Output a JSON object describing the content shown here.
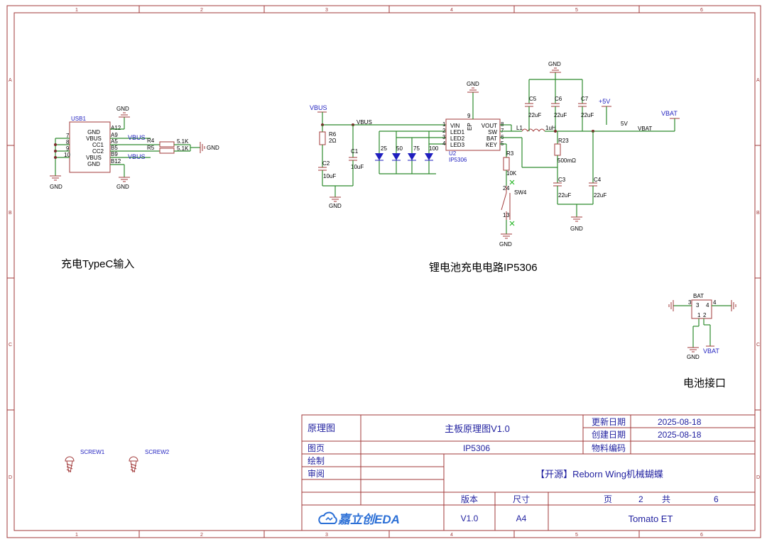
{
  "frame": {
    "col_labels": [
      "1",
      "2",
      "3",
      "4",
      "5",
      "6"
    ],
    "row_labels": [
      "A",
      "B",
      "C",
      "D"
    ]
  },
  "section_titles": {
    "typec": "充电TypeC输入",
    "charger": "锂电池充电电路IP5306",
    "battery": "电池接口"
  },
  "usb": {
    "ref": "USB1",
    "pins_left": [
      "7",
      "8",
      "9",
      "10"
    ],
    "pin_names": [
      "GND",
      "VBUS",
      "CC1",
      "CC2",
      "VBUS",
      "GND"
    ],
    "pin_nums": [
      "A12",
      "A9",
      "A5",
      "B5",
      "B9",
      "B12"
    ],
    "r4": "R4",
    "r5": "R5",
    "r_val1": "5.1K",
    "r_val2": "5.1K",
    "vbus1": "VBUS",
    "vbus2": "VBUS",
    "gnd": "GND"
  },
  "charger": {
    "vbus_port": "VBUS",
    "vbus_flag": "VBUS",
    "r6": "R6",
    "r6_val": "2Ω",
    "c2": "C2",
    "c2_val": "10uF",
    "c1": "C1",
    "c1_val": "10uF",
    "leds": [
      "25",
      "50",
      "75",
      "100"
    ],
    "u2": "U2",
    "u2_part": "IP5306",
    "pins_left": [
      "VIN",
      "LED1",
      "LED2",
      "LED3"
    ],
    "pins_left_num": [
      "1",
      "2",
      "3",
      "4"
    ],
    "pins_right": [
      "VOUT",
      "SW",
      "BAT",
      "KEY"
    ],
    "pins_right_num": [
      "8",
      "7",
      "6",
      "5"
    ],
    "ep": "EP",
    "ep_num": "9",
    "l1": "L1",
    "l1_val": "1uH",
    "c5": "C5",
    "c6": "C6",
    "c7": "C7",
    "cap_val": "22uF",
    "plus5v": "+5V",
    "v5": "5V",
    "vbat_flag": "VBAT",
    "vbat_port": "VBAT",
    "r23": "R23",
    "r23_val": "500mΩ",
    "c3": "C3",
    "c4": "C4",
    "r3": "R3",
    "r3_val": "10K",
    "sw4": "SW4",
    "sw_pins": [
      "1",
      "2",
      "3",
      "4"
    ],
    "gnd": "GND"
  },
  "battery": {
    "ref": "BAT",
    "pins": [
      "3",
      "4",
      "1",
      "2"
    ],
    "gnd": "GND",
    "vbat": "VBAT"
  },
  "screws": [
    "SCREW1",
    "SCREW2"
  ],
  "title_block": {
    "row1_label": "原理图",
    "title": "主板原理图V1.0",
    "update_label": "更新日期",
    "update_date": "2025-08-18",
    "create_label": "创建日期",
    "create_date": "2025-08-18",
    "page_label": "图页",
    "page_name": "IP5306",
    "material_label": "物料编码",
    "draw_label": "绘制",
    "review_label": "审阅",
    "project": "【开源】Reborn Wing机械蝴蝶",
    "version_label": "版本",
    "size_label": "尺寸",
    "page_word": "页",
    "page_num": "2",
    "total_word": "共",
    "total_num": "6",
    "version": "V1.0",
    "size": "A4",
    "author": "Tomato ET",
    "logo_text": "嘉立创EDA"
  }
}
